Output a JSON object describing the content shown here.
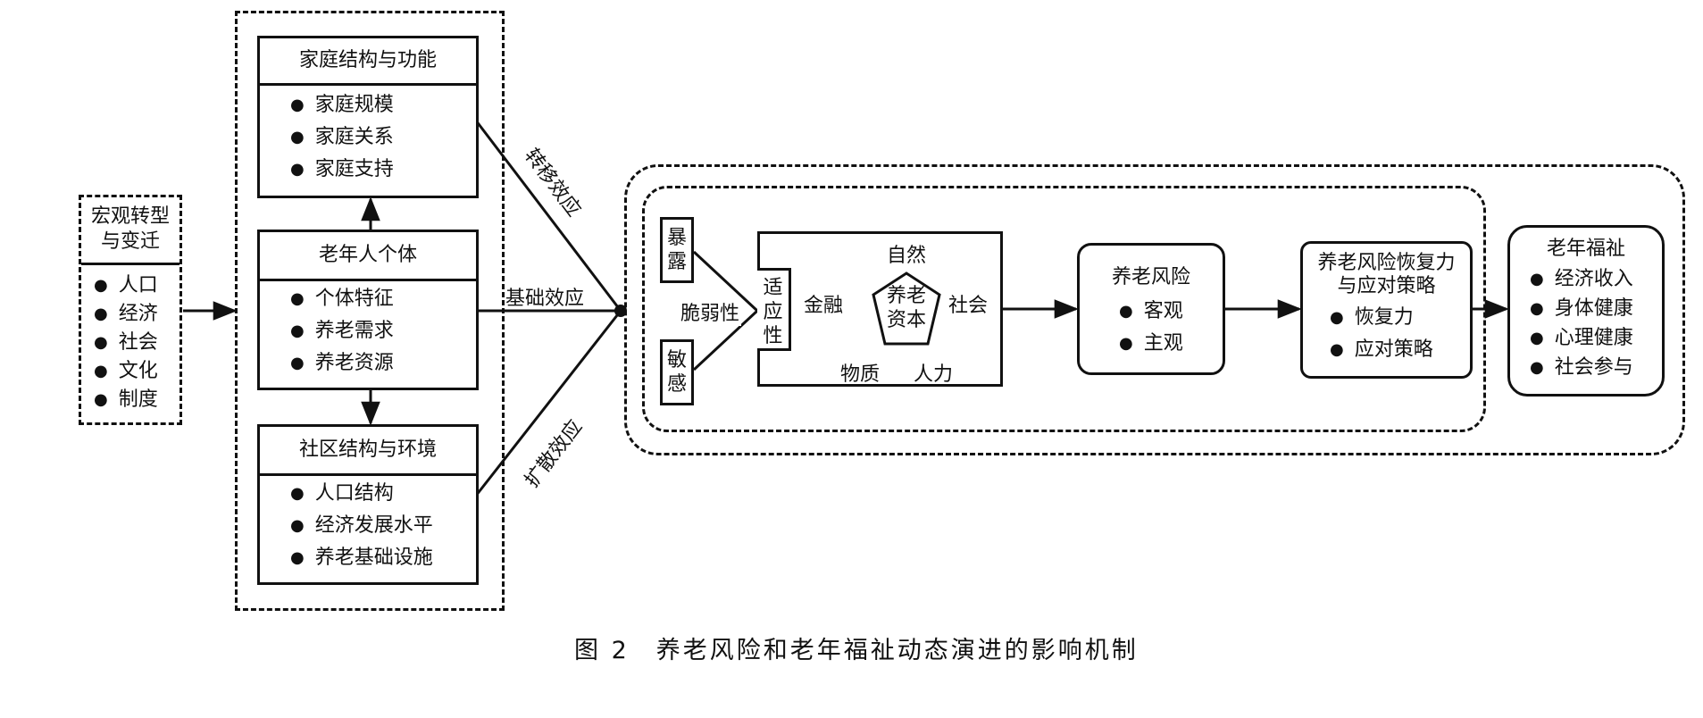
{
  "macro": {
    "title_lines": [
      "宏观转型",
      "与变迁"
    ],
    "items": [
      "人口",
      "经济",
      "社会",
      "文化",
      "制度"
    ]
  },
  "family": {
    "title": "家庭结构与功能",
    "items": [
      "家庭规模",
      "家庭关系",
      "家庭支持"
    ]
  },
  "individual": {
    "title": "老年人个体",
    "items": [
      "个体特征",
      "养老需求",
      "养老资源"
    ]
  },
  "community": {
    "title": "社区结构与环境",
    "items": [
      "人口结构",
      "经济发展水平",
      "养老基础设施"
    ]
  },
  "effects": {
    "transfer": "转移效应",
    "base": "基础效应",
    "diffusion": "扩散效应"
  },
  "vulnerability": {
    "exposure": [
      "暴",
      "露"
    ],
    "sensitivity": [
      "敏",
      "感"
    ],
    "label": "脆弱性",
    "adaptability": [
      "适",
      "应",
      "性"
    ]
  },
  "capital": {
    "center": [
      "养老",
      "资本"
    ],
    "top": "自然",
    "left": "金融",
    "right": "社会",
    "bottom_left": "物质",
    "bottom_right": "人力"
  },
  "risk": {
    "title": "养老风险",
    "items": [
      "客观",
      "主观"
    ]
  },
  "resilience": {
    "title_lines": [
      "养老风险恢复力",
      "与应对策略"
    ],
    "items": [
      "恢复力",
      "应对策略"
    ]
  },
  "welfare": {
    "title": "老年福祉",
    "items": [
      "经济收入",
      "身体健康",
      "心理健康",
      "社会参与"
    ]
  },
  "caption": "图 2　养老风险和老年福祉动态演进的影响机制",
  "colors": {
    "stroke": "#111111",
    "background": "#ffffff"
  }
}
